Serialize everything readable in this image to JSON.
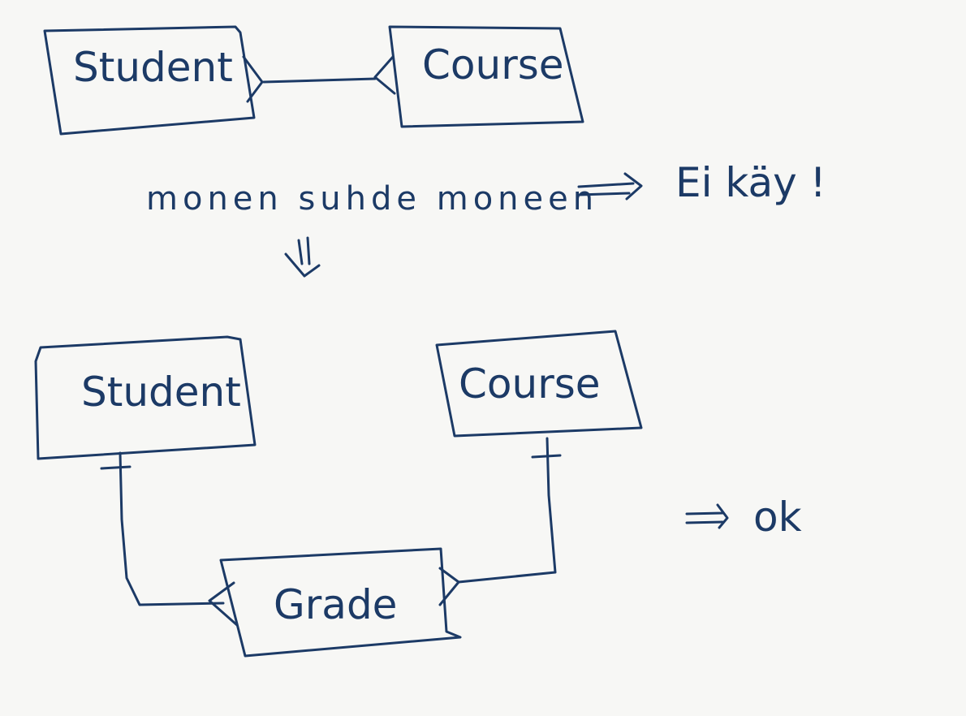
{
  "top_diagram": {
    "entity_left": "Student",
    "entity_right": "Course"
  },
  "note": {
    "text": "monen suhde moneen",
    "arrow": "⇒",
    "verdict": "Ei käy !",
    "down_arrow": "⇓"
  },
  "bottom_diagram": {
    "entity_left": "Student",
    "entity_right": "Course",
    "entity_middle": "Grade",
    "verdict_arrow": "⇒",
    "verdict": "ok"
  },
  "colors": {
    "ink": "#1c3a66",
    "paper": "#f7f7f5"
  }
}
